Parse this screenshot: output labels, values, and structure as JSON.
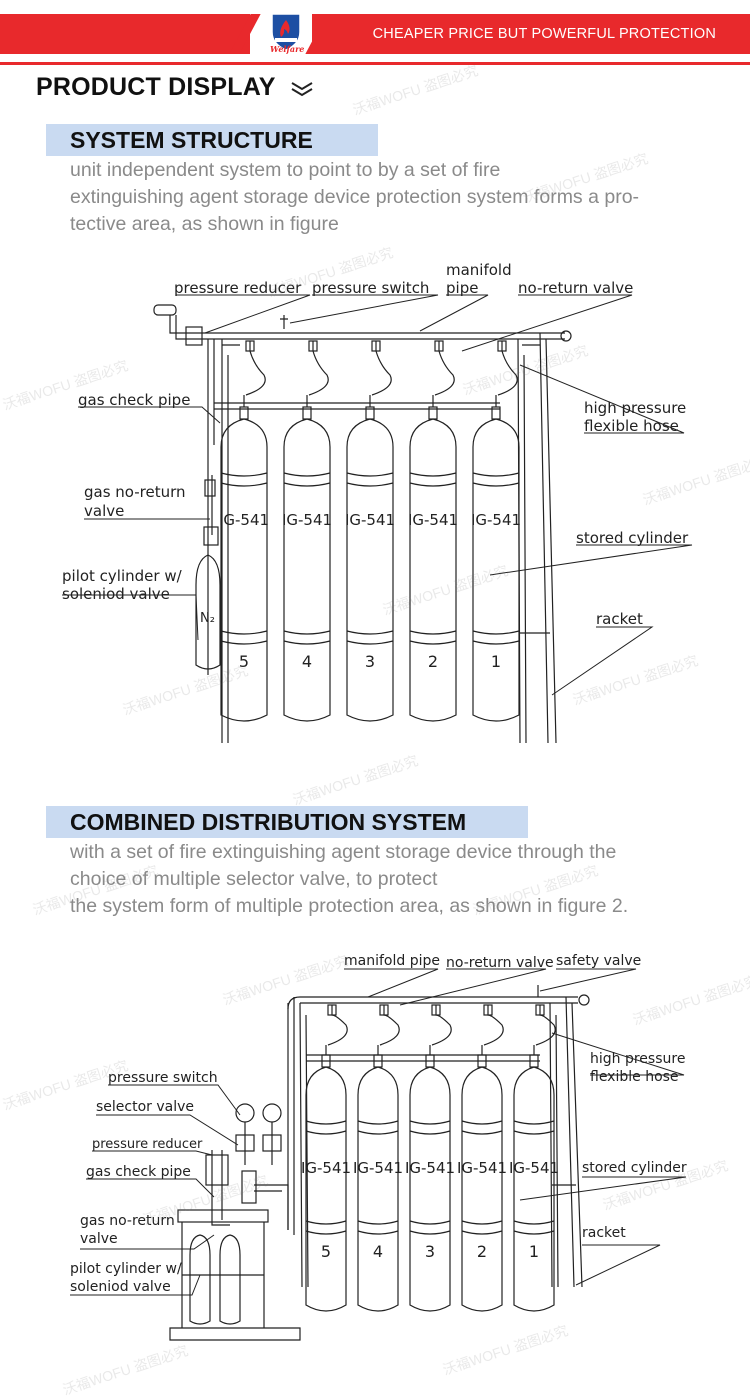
{
  "header": {
    "slogan": "CHEAPER PRICE BUT POWERFUL PROTECTION",
    "logo_text": "Welfare",
    "brand_color": "#e8292c"
  },
  "product_display": {
    "title": "PRODUCT DISPLAY",
    "icon": "double-chevron-down-icon"
  },
  "section1": {
    "title": "SYSTEM STRUCTURE",
    "description": [
      "unit independent system to point to by a set of fire",
      "extinguishing agent storage device protection system forms a pro-",
      "tective area, as shown in figure"
    ],
    "labels": {
      "pressure_reducer": "pressure reducer",
      "pressure_switch": "pressure switch",
      "manifold_pipe_1": "manifold",
      "manifold_pipe_2": "pipe",
      "no_return_valve": "no-return valve",
      "gas_check_pipe": "gas check pipe",
      "hp_hose_1": "high pressure",
      "hp_hose_2": "flexible hose",
      "gas_no_return_1": "gas no-return",
      "gas_no_return_2": "valve",
      "stored_cylinder": "stored cylinder",
      "pilot_1": "pilot cylinder w/",
      "pilot_2": "soleniod valve",
      "racket": "racket",
      "n2": "N₂"
    },
    "cylinder_mark": "IG-541",
    "cylinder_numbers": [
      "5",
      "4",
      "3",
      "2",
      "1"
    ]
  },
  "section2": {
    "title": "COMBINED DISTRIBUTION SYSTEM",
    "description": [
      "with a set of fire extinguishing agent storage device through the",
      "choice of multiple selector valve, to protect",
      "the system form of multiple protection area, as shown in figure 2."
    ],
    "labels": {
      "manifold_pipe": "manifold pipe",
      "no_return_valve": "no-return valve",
      "safety_valve": "safety valve",
      "pressure_switch": "pressure switch",
      "hp_hose_1": "high pressure",
      "hp_hose_2": "flexible hose",
      "selector_valve": "selector valve",
      "pressure_reducer": "pressure reducer",
      "gas_check_pipe": "gas check pipe",
      "stored_cylinder": "stored cylinder",
      "gas_no_return_1": "gas no-return",
      "gas_no_return_2": "valve",
      "racket": "racket",
      "pilot_1": "pilot cylinder w/",
      "pilot_2": "soleniod valve"
    },
    "cylinder_mark": "IG-541",
    "cylinder_numbers": [
      "5",
      "4",
      "3",
      "2",
      "1"
    ]
  },
  "watermark": "沃福WOFU 盗图必究"
}
